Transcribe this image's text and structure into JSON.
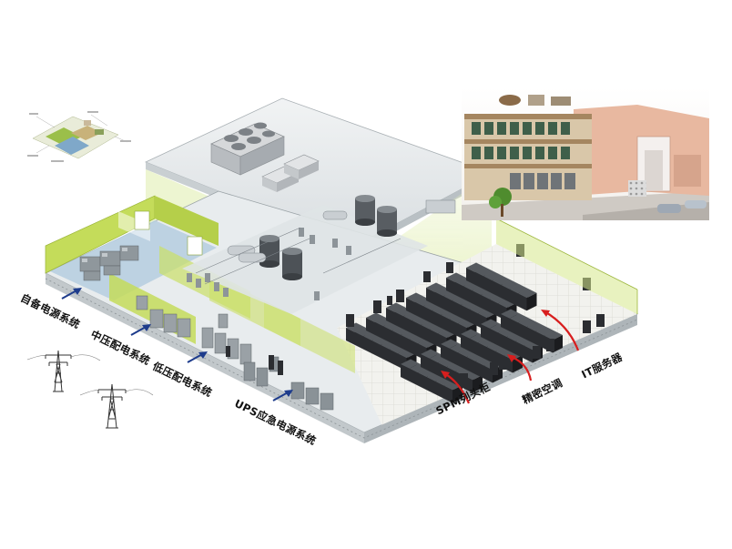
{
  "labels": {
    "self_power": "自备电源系统",
    "mv_distribution": "中压配电系统",
    "lv_distribution": "低压配电系统",
    "ups_emergency": "UPS应急电源系统",
    "spm_head": "SPM列头柜",
    "precision_ac": "精密空调",
    "it_server": "IT服务器"
  },
  "icons": {
    "inset_building": "building-cutaway-icon",
    "inset_thumbnail": "campus-thumbnail-icon",
    "tower": "transmission-tower-icon",
    "arrow": "arrow-icon"
  },
  "colors": {
    "wall_green": "#c4dc5a",
    "floor_light": "#e8ecee",
    "rack": "#2b2d31",
    "arrow_blue": "#1e3c8c",
    "arrow_red": "#d81e1e",
    "building_pink": "#e8b8a0"
  }
}
